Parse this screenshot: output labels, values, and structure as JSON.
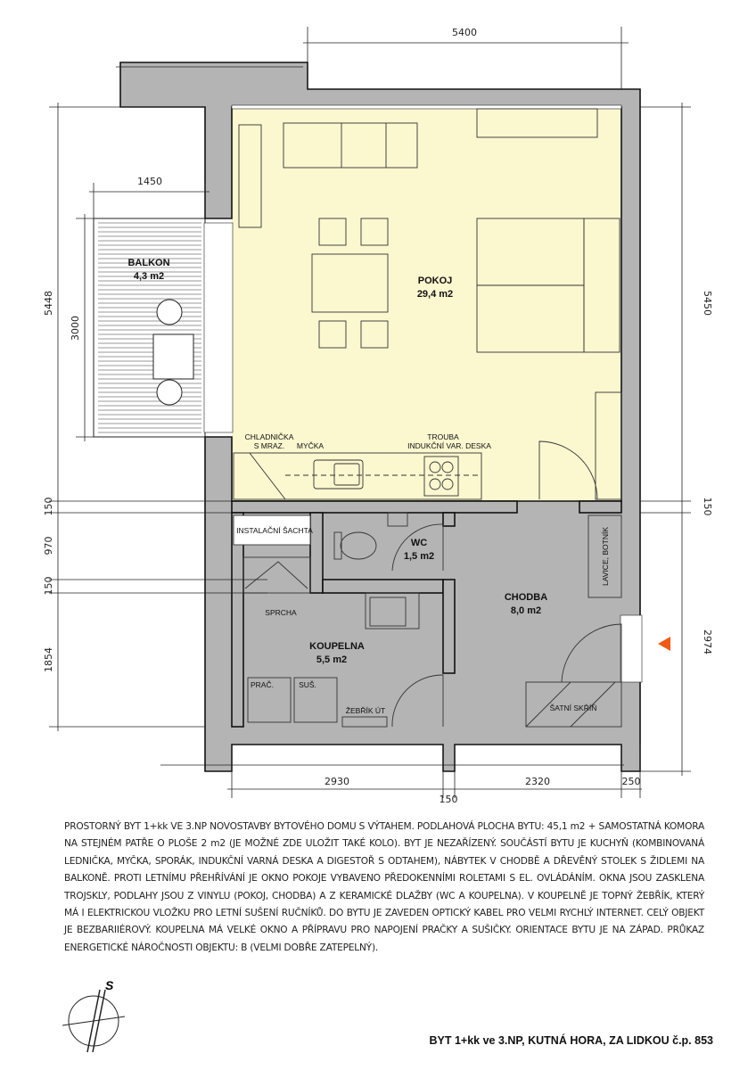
{
  "rooms": {
    "balkon": {
      "name": "BALKON",
      "area": "4,3 m2"
    },
    "pokoj": {
      "name": "POKOJ",
      "area": "29,4 m2"
    },
    "wc": {
      "name": "WC",
      "area": "1,5 m2"
    },
    "chodba": {
      "name": "CHODBA",
      "area": "8,0 m2"
    },
    "koupelna": {
      "name": "KOUPELNA",
      "area": "5,5 m2"
    }
  },
  "fixtures": {
    "fridge_1": "CHLADNIČKA",
    "fridge_2": "S MRAZ.",
    "dishwasher": "MYČKA",
    "oven": "TROUBA",
    "hob": "INDUKČNÍ VAR. DESKA",
    "shaft": "INSTALAČNÍ ŠACHTA",
    "shower": "SPRCHA",
    "washer": "PRAČ.",
    "dryer": "SUŠ.",
    "towel_rail": "ŽEBŘÍK ÚT",
    "bench": "LAVICE, BOTNÍK",
    "wardrobe": "ŠATNÍ SKŘÍŇ"
  },
  "dimensions": {
    "top": "5400",
    "balcony_width": "1450",
    "left_total": "5448",
    "balcony_depth": "3000",
    "right_room": "5450",
    "right_wall": "150",
    "right_hall": "2974",
    "left_wall_1": "150",
    "left_wc": "970",
    "left_wall_2": "150",
    "left_bath": "1854",
    "bottom_bath": "2930",
    "bottom_hall": "2320",
    "bottom_wall": "250",
    "bottom_partition": "150"
  },
  "description": "PROSTORNÝ BYT 1+kk VE 3.NP NOVOSTAVBY BYTOVÉHO DOMU S VÝTAHEM. PODLAHOVÁ PLOCHA BYTU: 45,1 m2 + SAMOSTATNÁ KOMORA NA STEJNÉM PATŘE O PLOŠE 2 m2 (JE MOŽNÉ ZDE ULOŽIT TAKÉ KOLO). BYT JE NEZAŘÍZENÝ. SOUČÁSTÍ BYTU JE KUCHYŇ (KOMBINOVANÁ LEDNIČKA, MYČKA, SPORÁK, INDUKČNÍ VARNÁ DESKA A DIGESTOŘ S ODTAHEM), NÁBYTEK V CHODBĚ A DŘEVĚNÝ STOLEK S ŽIDLEMI NA BALKONĚ. PROTI LETNÍMU PŘEHŘÍVÁNÍ JE OKNO POKOJE VYBAVENO PŘEDOKENNÍMI ROLETAMI S EL. OVLÁDÁNÍM. OKNA JSOU ZASKLENA TROJSKLY, PODLAHY JSOU Z VINYLU (POKOJ, CHODBA) A Z KERAMICKÉ DLAŽBY (WC A KOUPELNA). V KOUPELNĚ JE TOPNÝ ŽEBŘÍK, KTERÝ MÁ I ELEKTRICKOU VLOŽKU PRO LETNÍ SUŠENÍ RUČNÍKŮ. DO BYTU JE ZAVEDEN OPTICKÝ KABEL PRO VELMI RYCHLÝ INTERNET. CELÝ OBJEKT JE BEZBARIIÉROVÝ. KOUPELNA MÁ VELKÉ OKNO A PŘÍPRAVU PRO NAPOJENÍ PRAČKY A SUŠIČKY. ORIENTACE BYTU JE NA ZÁPAD. PRŮKAZ ENERGETICKÉ NÁROČNOSTI OBJEKTU: B (VELMI DOBŘE ZATEPELNÝ).",
  "compass": {
    "label": "S"
  },
  "title": "BYT 1+kk ve 3.NP, KUTNÁ HORA, ZA LIDKOU č.p. 853",
  "colors": {
    "living": "#fbf7cf",
    "wet": "#dce7f2",
    "wall": "#b4b4b4",
    "entrance_marker": "#f05a14"
  }
}
